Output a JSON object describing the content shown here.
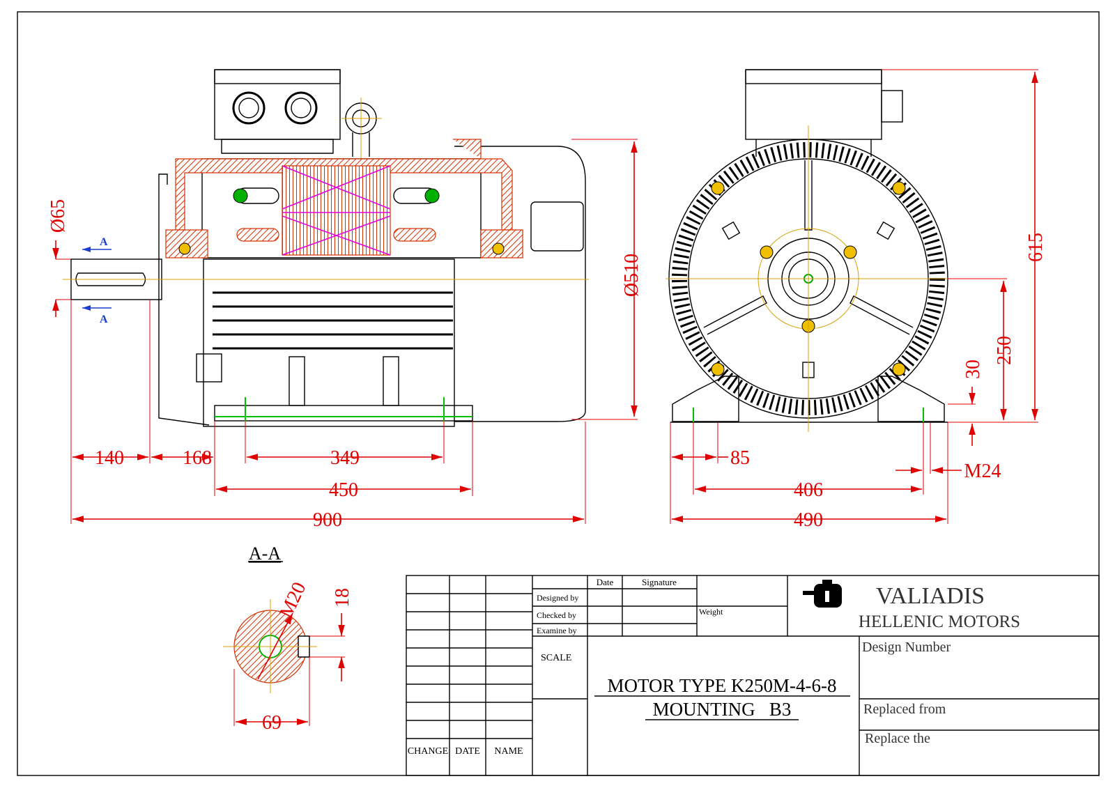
{
  "dimensions": {
    "shaft_diameter": "Ø65",
    "frame_diameter": "Ø510",
    "overall_height": "615",
    "shaft_height": "250",
    "foot_height": "30",
    "shaft_length": "140",
    "c_dim": "168",
    "foot_hole_spacing": "349",
    "foot_length": "450",
    "overall_length": "900",
    "foot_edge": "85",
    "bolt": "M24",
    "foot_hole_width": "406",
    "overall_width": "490",
    "thread": "M20",
    "key_width": "18",
    "key_dim": "69"
  },
  "section": {
    "label": "A-A",
    "arrow_label": "A"
  },
  "title_block": {
    "row_labels": [
      "Designed  by",
      "Checked  by",
      "Examine  by"
    ],
    "col_date": "Date",
    "col_signature": "Signature",
    "weight": "Weight",
    "scale": "SCALE",
    "change_headers": [
      "CHANGE",
      "DATE",
      "NAME"
    ],
    "company": "VALIADIS",
    "company_sub": "HELLENIC MOTORS",
    "design_number": "Design Number",
    "replaced_from": "Replaced from",
    "replace_the": "Replace the",
    "title_line1": "MOTOR TYPE K250M-4-6-8",
    "title_line2": "MOUNTING   B3"
  },
  "colors": {
    "dimension": "#e00000",
    "hatch": "#d63000",
    "center_line": "#d8a000",
    "winding": "#e000e0",
    "foot_highlight": "#00c000"
  }
}
